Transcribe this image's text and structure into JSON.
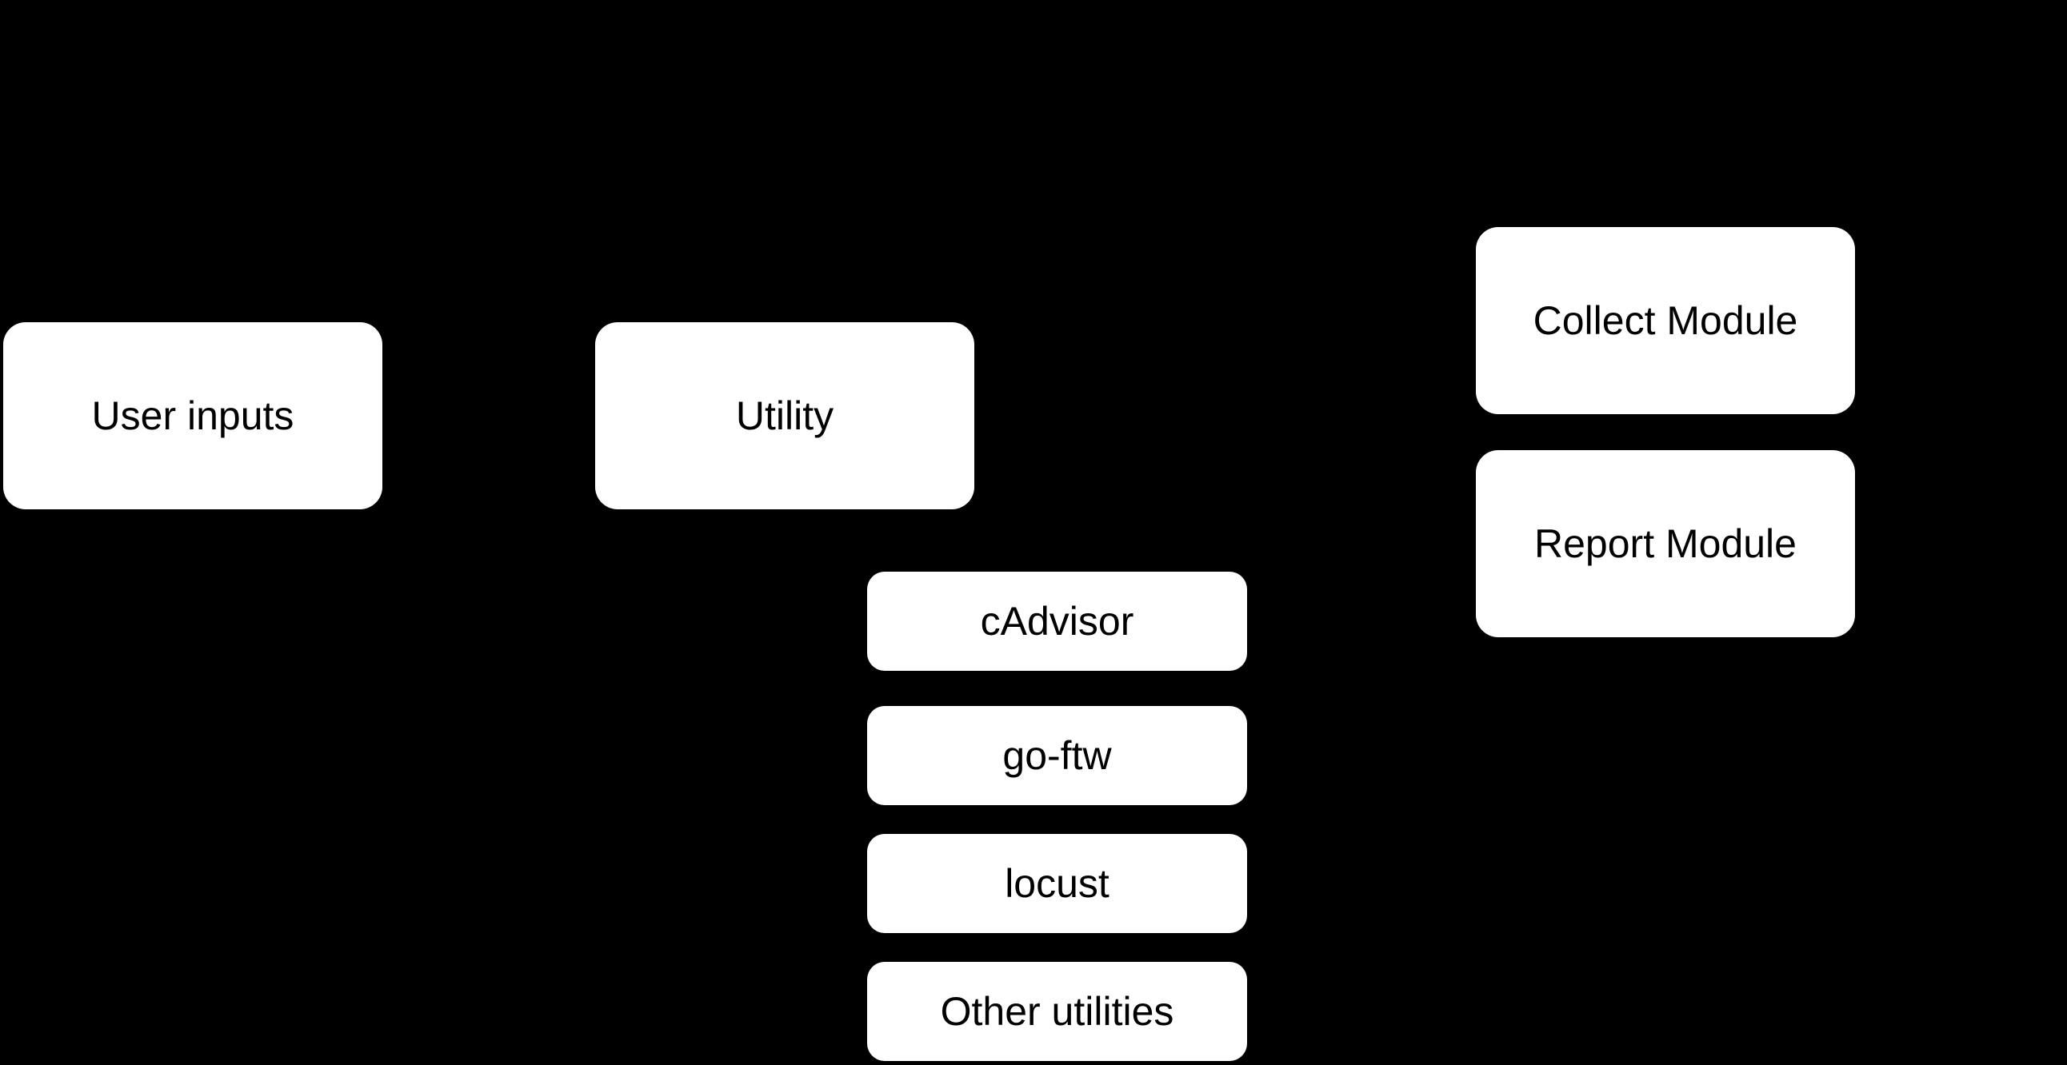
{
  "colors": {
    "background": "#000000",
    "node_fill": "#ffffff",
    "node_text": "#000000"
  },
  "diagram": {
    "type": "flowchart",
    "nodes": [
      {
        "id": "user-inputs",
        "label": "User inputs"
      },
      {
        "id": "utility",
        "label": "Utility"
      },
      {
        "id": "collect-module",
        "label": "Collect Module"
      },
      {
        "id": "report-module",
        "label": "Report Module"
      },
      {
        "id": "cadvisor",
        "label": "cAdvisor"
      },
      {
        "id": "go-ftw",
        "label": "go-ftw"
      },
      {
        "id": "locust",
        "label": "locust"
      },
      {
        "id": "other-utilities",
        "label": "Other utilities"
      }
    ]
  }
}
